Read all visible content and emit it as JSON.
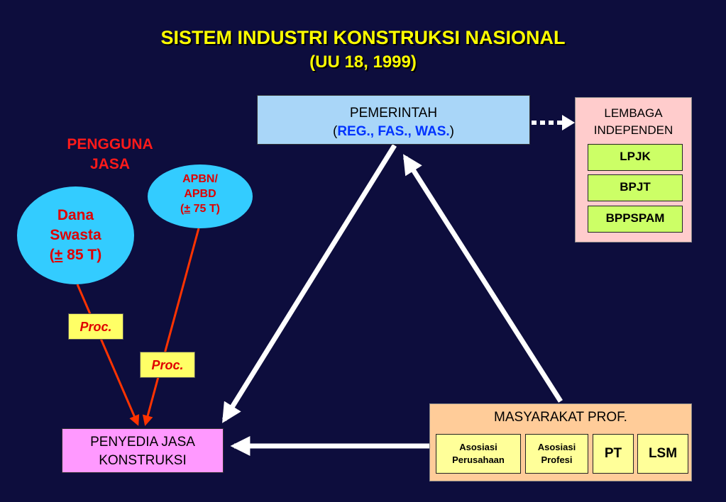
{
  "title": {
    "main": "SISTEM INDUSTRI KONSTRUKSI NASIONAL",
    "sub": "(UU 18, 1999)"
  },
  "pemerintah": {
    "label": "PEMERINTAH",
    "open": "(",
    "roles": "REG., FAS., WAS.",
    "close": ")"
  },
  "lembaga": {
    "line1": "LEMBAGA",
    "line2": "INDEPENDEN",
    "items": [
      "LPJK",
      "BPJT",
      "BPPSPAM"
    ]
  },
  "pengguna": {
    "line1": "PENGGUNA",
    "line2": "JASA"
  },
  "dana_swasta": {
    "line1": "Dana",
    "line2": "Swasta",
    "pm": "±",
    "amount": " 85 T",
    "open": "(",
    "close": ")"
  },
  "apbn": {
    "line1": "APBN/",
    "line2": "APBD",
    "pm": "±",
    "amount": " 75 T",
    "open": "(",
    "close": ")"
  },
  "proc": [
    "Proc.",
    "Proc."
  ],
  "penyedia": {
    "line1": "PENYEDIA JASA",
    "line2": "KONSTRUKSI"
  },
  "masyarakat": {
    "label": "MASYARAKAT PROF.",
    "items": [
      {
        "line1": "Asosiasi",
        "line2": "Perusahaan"
      },
      {
        "line1": "Asosiasi",
        "line2": "Profesi"
      },
      {
        "line1": "PT",
        "line2": ""
      },
      {
        "line1": "LSM",
        "line2": ""
      }
    ]
  },
  "colors": {
    "background": "#0d0d3d",
    "title": "#ffff00",
    "pengguna": "#ff1a1a",
    "arrow_white": "#ffffff",
    "arrow_red": "#ff3300"
  }
}
